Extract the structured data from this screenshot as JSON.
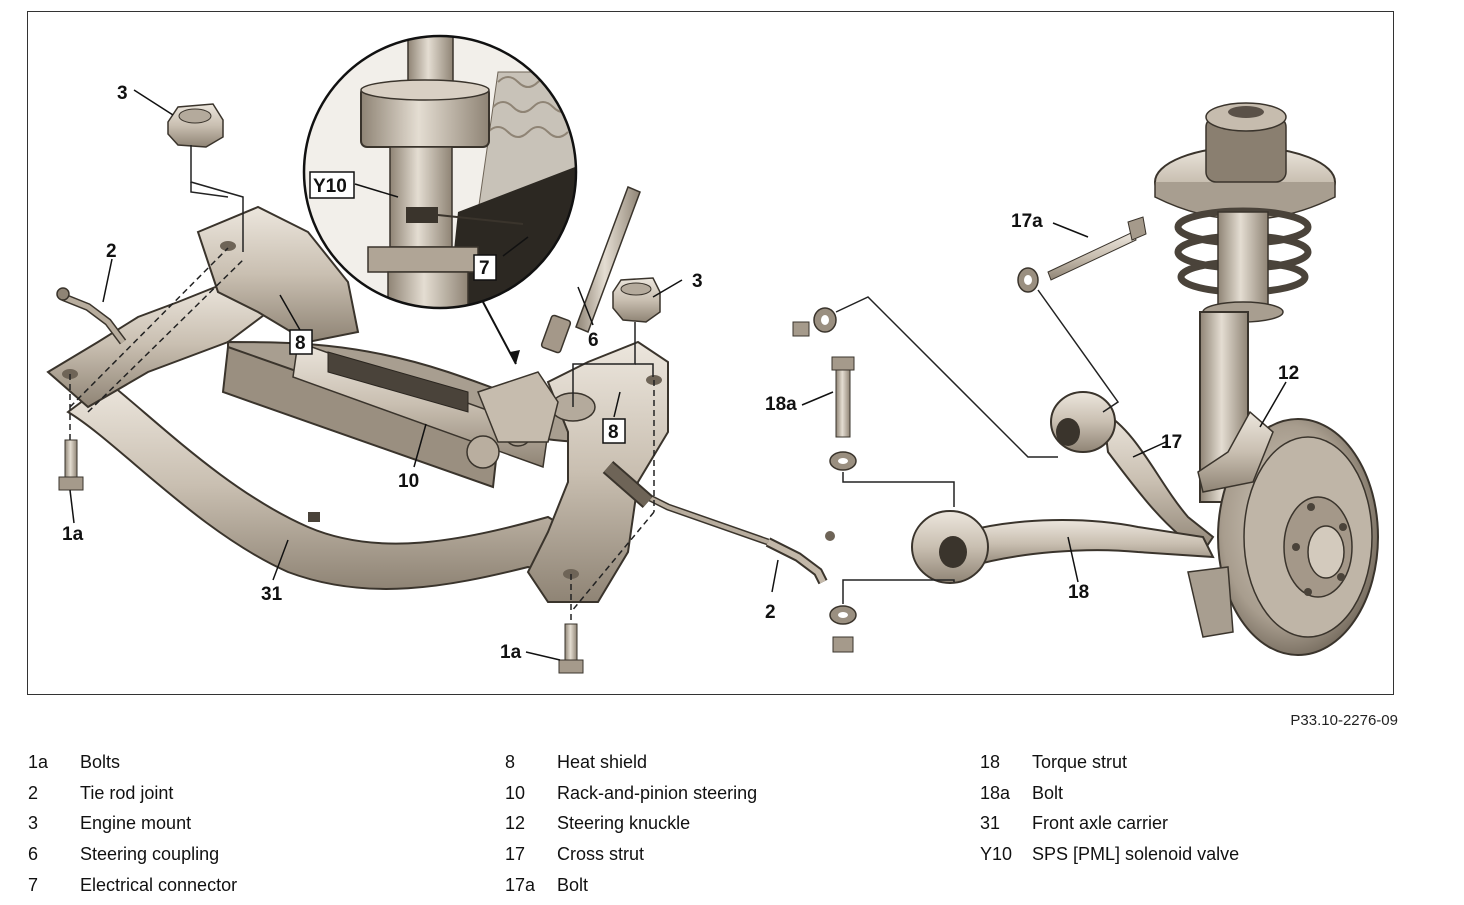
{
  "figure_code": "P33.10-2276-09",
  "callouts": {
    "c3_top": "3",
    "c2_left": "2",
    "c8_left": "8",
    "c1a_left": "1a",
    "c31": "31",
    "c10": "10",
    "c6": "6",
    "c3_right": "3",
    "c8_right": "8",
    "c1a_bottom": "1a",
    "c2_right": "2",
    "cY10": "Y10",
    "c7": "7",
    "c17a": "17a",
    "c18a": "18a",
    "c12": "12",
    "c17": "17",
    "c18": "18"
  },
  "legend": {
    "col1": [
      {
        "code": "1a",
        "desc": "Bolts"
      },
      {
        "code": "2",
        "desc": "Tie rod joint"
      },
      {
        "code": "3",
        "desc": "Engine mount"
      },
      {
        "code": "6",
        "desc": "Steering coupling"
      },
      {
        "code": "7",
        "desc": "Electrical connector"
      }
    ],
    "col2": [
      {
        "code": "8",
        "desc": "Heat shield"
      },
      {
        "code": "10",
        "desc": "Rack-and-pinion steering"
      },
      {
        "code": "12",
        "desc": "Steering knuckle"
      },
      {
        "code": "17",
        "desc": "Cross strut"
      },
      {
        "code": "17a",
        "desc": "Bolt"
      }
    ],
    "col3": [
      {
        "code": "18",
        "desc": "Torque strut"
      },
      {
        "code": "18a",
        "desc": "Bolt"
      },
      {
        "code": "31",
        "desc": "Front axle carrier"
      },
      {
        "code": "Y10",
        "desc": "SPS [PML] solenoid valve"
      }
    ]
  },
  "colors": {
    "metal_light": "#d9d0c4",
    "metal_mid": "#b8ac9c",
    "metal_dark": "#7d7264",
    "outline": "#3a342c",
    "leader": "#222222"
  }
}
